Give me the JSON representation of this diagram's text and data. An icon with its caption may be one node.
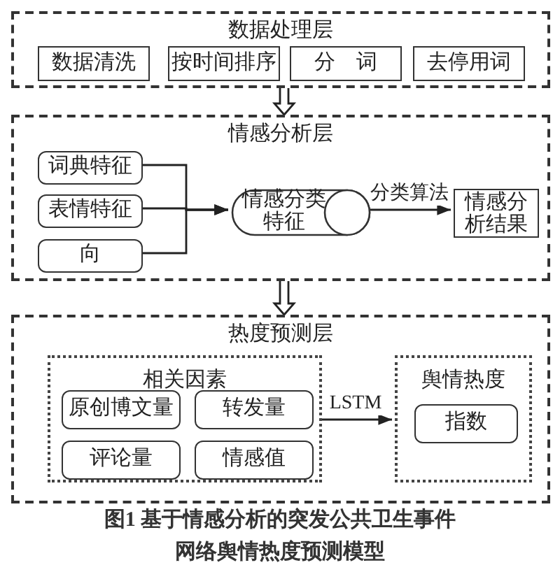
{
  "diagram": {
    "caption": "图1 基于情感分析的突发公共卫生事件网络舆情热度预测模型",
    "nodes": [
      {
        "text": [
          "数据处理层"
        ]
      },
      {
        "text": [
          "数据清洗"
        ],
        "in": 0
      },
      {
        "text": [
          "按时间排序"
        ],
        "in": 0
      },
      {
        "text": [
          "分　词"
        ],
        "in": 0
      },
      {
        "text": [
          "去停用词"
        ],
        "in": 0
      },
      {
        "text": [
          "情感分析层"
        ]
      },
      {
        "text": [
          "词典特征"
        ],
        "in": 5
      },
      {
        "text": [
          "表情特征"
        ],
        "in": 5
      },
      {
        "text": [
          "向"
        ],
        "in": 5
      },
      {
        "text": [
          "情感分类特征"
        ],
        "in": 5
      },
      {
        "text": [
          "情感分析结果"
        ],
        "in": 5
      },
      {
        "text": [
          "热度预测层"
        ]
      },
      {
        "text": [
          "相关因素"
        ],
        "in": 11
      },
      {
        "text": [
          "原创博文量"
        ],
        "in": 12
      },
      {
        "text": [
          "转发量"
        ],
        "in": 12
      },
      {
        "text": [
          "评论量"
        ],
        "in": 12
      },
      {
        "text": [
          "情感值"
        ],
        "in": 12
      },
      {
        "text": [
          "舆情热度"
        ],
        "in": 11
      },
      {
        "text": [
          "指数"
        ],
        "in": 17
      }
    ],
    "edges": [
      {
        "from": 0,
        "to": 5,
        "arrow": "to"
      },
      {
        "from": 5,
        "to": 11,
        "arrow": "to"
      },
      {
        "from": 6,
        "to": 9,
        "arrow": "to"
      },
      {
        "from": 7,
        "to": 9,
        "arrow": "to"
      },
      {
        "from": 8,
        "to": 9,
        "arrow": "to"
      },
      {
        "from": 9,
        "to": 10,
        "arrow": "to",
        "label": "分类算法"
      },
      {
        "from": 12,
        "to": 17,
        "arrow": "to",
        "label": "LSTM"
      }
    ]
  }
}
